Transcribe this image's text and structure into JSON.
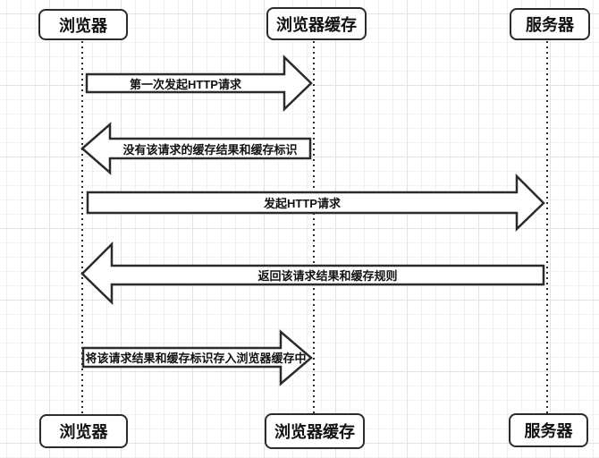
{
  "diagram": {
    "type": "sequence",
    "actors": {
      "top": [
        {
          "label": "浏览器"
        },
        {
          "label": "浏览器缓存"
        },
        {
          "label": "服务器"
        }
      ],
      "bottom": [
        {
          "label": "浏览器"
        },
        {
          "label": "浏览器缓存"
        },
        {
          "label": "服务器"
        }
      ]
    },
    "messages": [
      {
        "label": "第一次发起HTTP请求",
        "from": "浏览器",
        "to": "浏览器缓存",
        "direction": "right"
      },
      {
        "label": "没有该请求的缓存结果和缓存标识",
        "from": "浏览器缓存",
        "to": "浏览器",
        "direction": "left"
      },
      {
        "label": "发起HTTP请求",
        "from": "浏览器",
        "to": "服务器",
        "direction": "right"
      },
      {
        "label": "返回该请求结果和缓存规则",
        "from": "服务器",
        "to": "浏览器",
        "direction": "left"
      },
      {
        "label": "将该请求结果和缓存标识存入浏览器缓存中",
        "from": "浏览器",
        "to": "浏览器缓存",
        "direction": "right"
      }
    ],
    "colors": {
      "background": "#ffffff",
      "grid_minor": "#f1f1f5",
      "grid_major": "#e2e2e9",
      "shape_border": "#2b2b2b",
      "shape_fill": "#ffffff",
      "text": "#111111"
    }
  }
}
